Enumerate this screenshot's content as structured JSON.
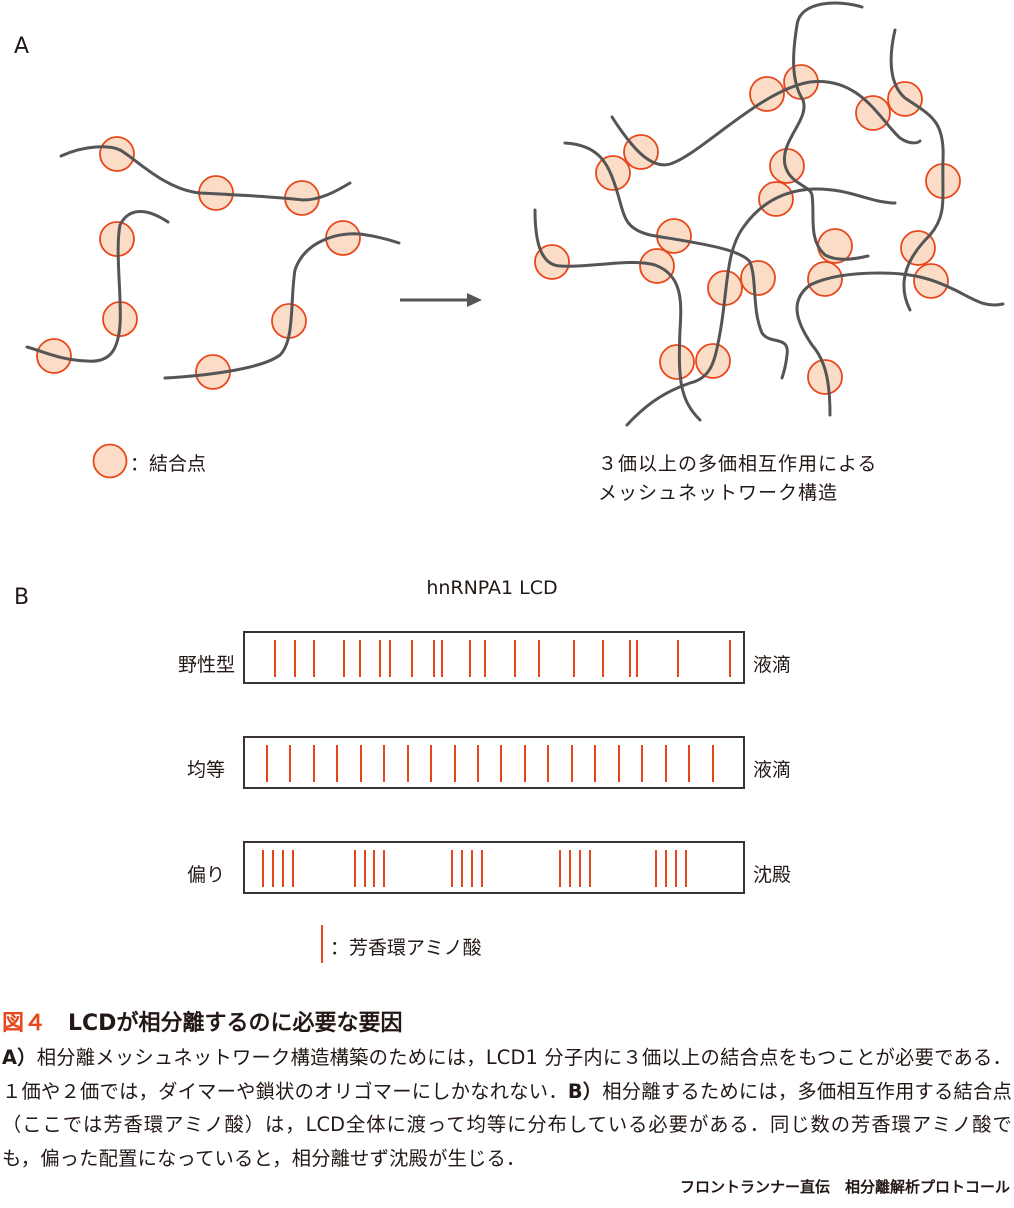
{
  "panel_a": {
    "letter": "A",
    "legend_label": "：結合点",
    "network_caption_line1": "３価以上の多価相互作用による",
    "network_caption_line2": "メッシュネットワーク構造"
  },
  "panel_b": {
    "letter": "B",
    "title": "hnRNPA1 LCD",
    "legend_label": "：芳香環アミノ酸",
    "rows": [
      {
        "label": "野性型",
        "outcome": "液滴",
        "aromatic_positions": [
          0.06,
          0.1,
          0.138,
          0.198,
          0.23,
          0.272,
          0.292,
          0.336,
          0.38,
          0.396,
          0.452,
          0.482,
          0.542,
          0.59,
          0.66,
          0.718,
          0.774,
          0.788,
          0.87,
          0.974
        ]
      },
      {
        "label": "均等",
        "outcome": "液滴",
        "aromatic_positions": [
          0.044,
          0.091,
          0.138,
          0.185,
          0.232,
          0.28,
          0.327,
          0.374,
          0.421,
          0.468,
          0.515,
          0.562,
          0.609,
          0.656,
          0.703,
          0.751,
          0.798,
          0.845,
          0.892,
          0.939
        ]
      },
      {
        "label": "偏り",
        "outcome": "沈殿",
        "aromatic_positions": [
          0.036,
          0.056,
          0.076,
          0.096,
          0.22,
          0.24,
          0.26,
          0.28,
          0.416,
          0.436,
          0.456,
          0.476,
          0.632,
          0.652,
          0.672,
          0.692,
          0.826,
          0.846,
          0.866,
          0.886
        ]
      }
    ]
  },
  "caption": {
    "figure_number": "図４",
    "title": "LCDが相分離するのに必要な要因",
    "a_label": "A）",
    "a_text": "相分離メッシュネットワーク構造構築のためには，LCD1 分子内に３価以上の結合点をもつことが必要である．１価や２価では，ダイマーや鎖状のオリゴマーにしかなれない．",
    "b_label": "B）",
    "b_text": "相分離するためには，多価相互作用する結合点（ここでは芳香環アミノ酸）は，LCD全体に渡って均等に分布している必要がある．同じ数の芳香環アミノ酸でも，偏った配置になっていると，相分離せず沈殿が生じる．",
    "source": "フロントランナー直伝　相分離解析プロトコール"
  },
  "colors": {
    "accent": "#e8471c",
    "node_fill": "#fbdcc6",
    "chain": "#555555"
  }
}
